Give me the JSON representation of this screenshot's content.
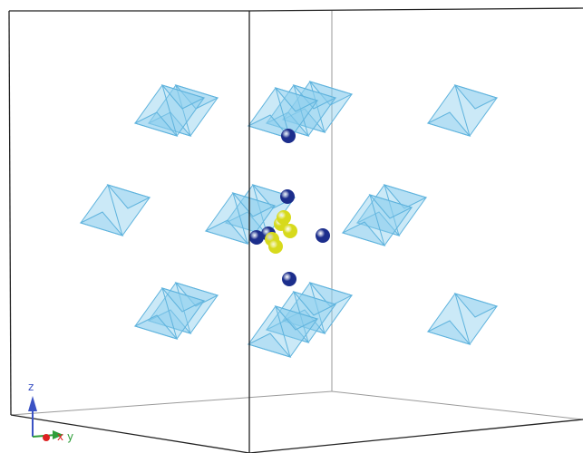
{
  "viewer": {
    "background": "#ffffff",
    "cell_edge_color": "#222222",
    "cell_back_edge_color": "#9a9a9a"
  },
  "structure": {
    "polyhedra": {
      "shape": "octahedron",
      "count": 14,
      "fill": "#8ccfee",
      "edge": "#5fb3dd"
    },
    "atoms": [
      {
        "kind": "blue",
        "color": "#1c2e8c",
        "count": 6
      },
      {
        "kind": "yellow",
        "color": "#d7da1c",
        "count": 5
      }
    ]
  },
  "axes": {
    "z": {
      "label": "z",
      "color": "#3b52c4"
    },
    "x": {
      "label": "x",
      "color": "#dd2222"
    },
    "y": {
      "label": "y",
      "color": "#2f9e3a"
    }
  }
}
